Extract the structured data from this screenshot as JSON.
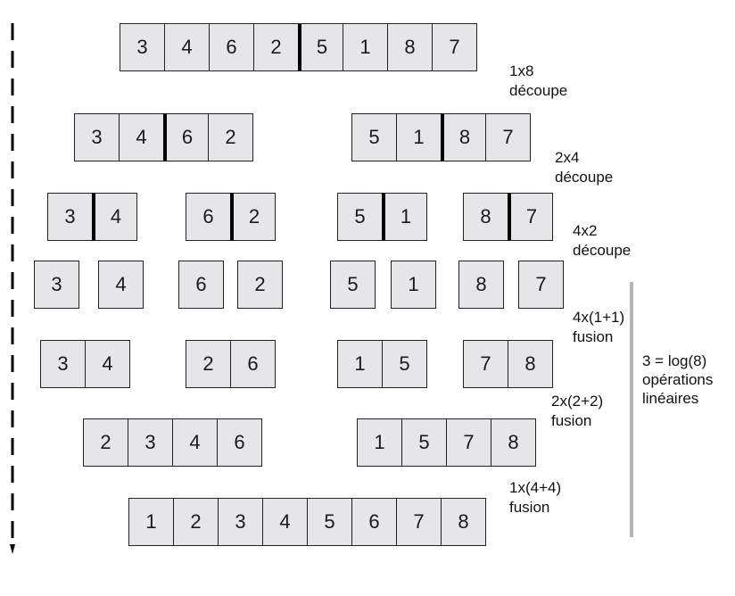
{
  "rows": [
    {
      "arrays": [
        {
          "values": [
            "3",
            "4",
            "6",
            "2",
            "5",
            "1",
            "8",
            "7"
          ],
          "cut_before": [
            4
          ]
        }
      ],
      "label": [
        "1x8",
        "découpe"
      ]
    },
    {
      "arrays": [
        {
          "values": [
            "3",
            "4",
            "6",
            "2"
          ],
          "cut_before": [
            2
          ]
        },
        {
          "values": [
            "5",
            "1",
            "8",
            "7"
          ],
          "cut_before": [
            2
          ]
        }
      ],
      "label": [
        "2x4",
        "découpe"
      ]
    },
    {
      "arrays": [
        {
          "values": [
            "3",
            "4"
          ],
          "cut_before": [
            1
          ]
        },
        {
          "values": [
            "6",
            "2"
          ],
          "cut_before": [
            1
          ]
        },
        {
          "values": [
            "5",
            "1"
          ],
          "cut_before": [
            1
          ]
        },
        {
          "values": [
            "8",
            "7"
          ],
          "cut_before": [
            1
          ]
        }
      ],
      "label": [
        "4x2",
        "découpe"
      ]
    },
    {
      "arrays": [
        {
          "values": [
            "3"
          ]
        },
        {
          "values": [
            "4"
          ]
        },
        {
          "values": [
            "6"
          ]
        },
        {
          "values": [
            "2"
          ]
        },
        {
          "values": [
            "5"
          ]
        },
        {
          "values": [
            "1"
          ]
        },
        {
          "values": [
            "8"
          ]
        },
        {
          "values": [
            "7"
          ]
        }
      ],
      "label": []
    },
    {
      "arrays": [
        {
          "values": [
            "3",
            "4"
          ]
        },
        {
          "values": [
            "2",
            "6"
          ]
        },
        {
          "values": [
            "1",
            "5"
          ]
        },
        {
          "values": [
            "7",
            "8"
          ]
        }
      ],
      "label": [
        "4x(1+1)",
        "fusion"
      ]
    },
    {
      "arrays": [
        {
          "values": [
            "2",
            "3",
            "4",
            "6"
          ]
        },
        {
          "values": [
            "1",
            "5",
            "7",
            "8"
          ]
        }
      ],
      "label": [
        "2x(2+2)",
        "fusion"
      ]
    },
    {
      "arrays": [
        {
          "values": [
            "1",
            "2",
            "3",
            "4",
            "5",
            "6",
            "7",
            "8"
          ]
        }
      ],
      "label": [
        "1x(4+4)",
        "fusion"
      ]
    }
  ],
  "summary": [
    "3 = log(8)",
    "opérations",
    "linéaires"
  ]
}
